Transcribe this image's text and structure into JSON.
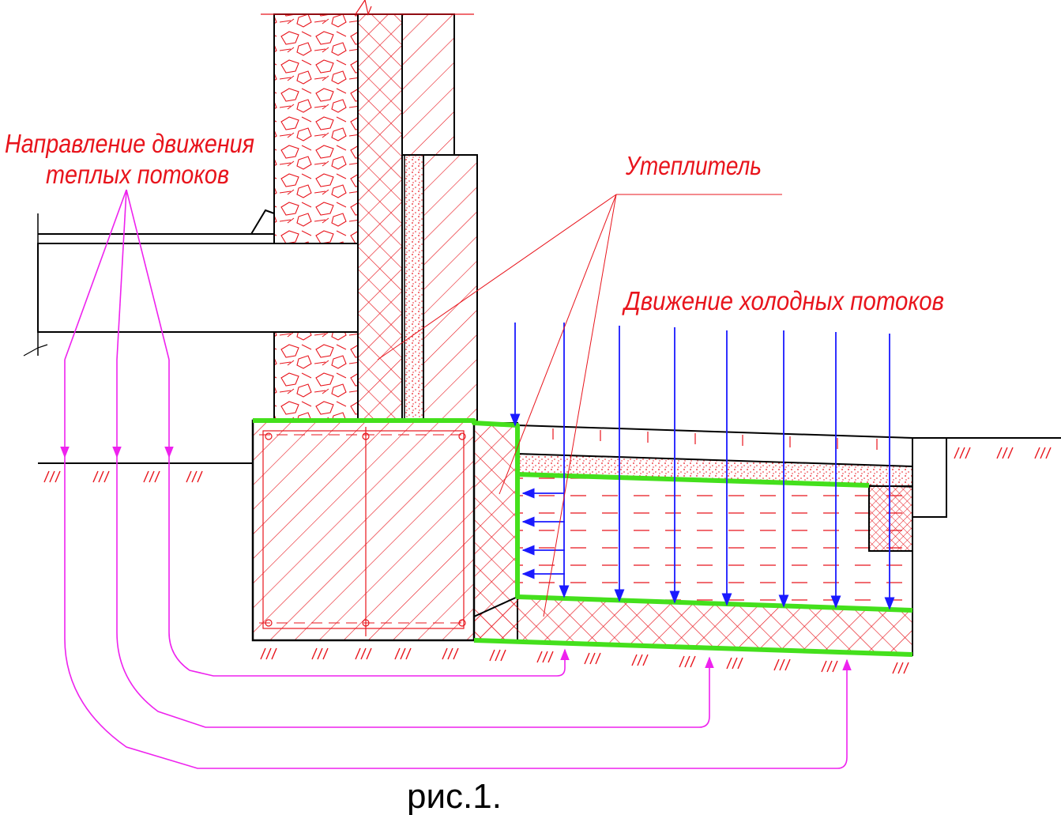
{
  "labels": {
    "warm_flow_line1": "Направление движения",
    "warm_flow_line2": "теплых потоков",
    "insulation": "Утеплитель",
    "cold_flow": "Движение холодных потоков",
    "caption": "рис.1."
  },
  "colors": {
    "outline": "#000000",
    "hatch": "#e8141c",
    "insulation_highlight": "#44e01c",
    "cold_flow": "#1a1aff",
    "warm_flow": "#ee22ee"
  }
}
